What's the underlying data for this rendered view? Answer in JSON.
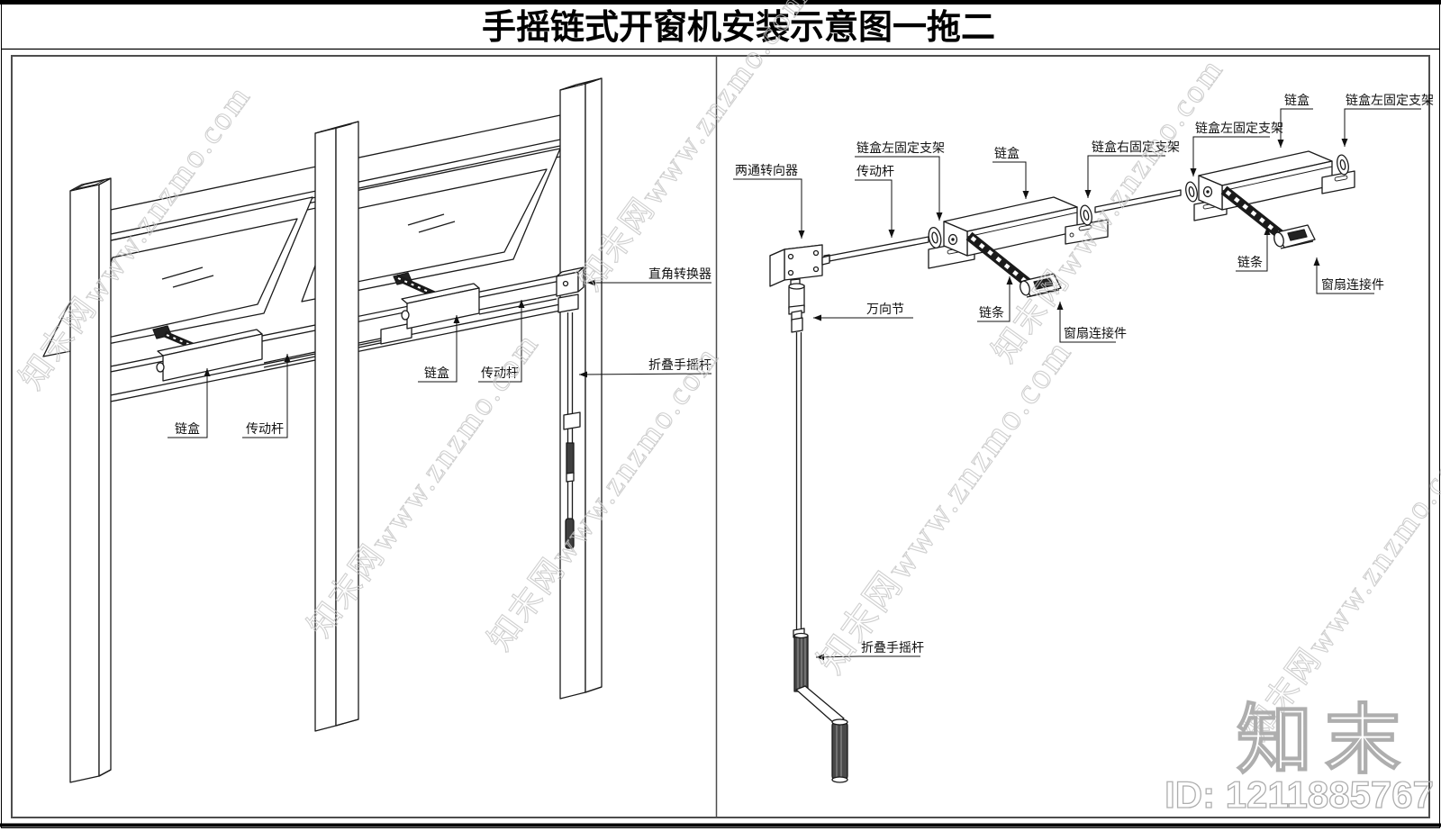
{
  "title": "手摇链式开窗机安装示意图一拖二",
  "colors": {
    "line": "#1a1a1a",
    "watermark": "#c4c4c4"
  },
  "watermark": {
    "text": "知末网www.znzmo.com",
    "brand": "知末",
    "id": "ID: 1211885767"
  },
  "left_panel": {
    "description": "窗框安装透视图",
    "labels": [
      "链盒",
      "传动杆",
      "链盒",
      "传动杆",
      "直角转换器",
      "折叠手摇杆"
    ]
  },
  "right_panel": {
    "description": "部件分解示意图",
    "labels": [
      "两通转向器",
      "链盒左固定支架",
      "传动杆",
      "链盒",
      "链盒右固定支架",
      "链盒左固定支架",
      "链盒",
      "链盒左固定支架",
      "万向节",
      "链条",
      "窗扇连接件",
      "链条",
      "窗扇连接件",
      "折叠手摇杆"
    ]
  }
}
